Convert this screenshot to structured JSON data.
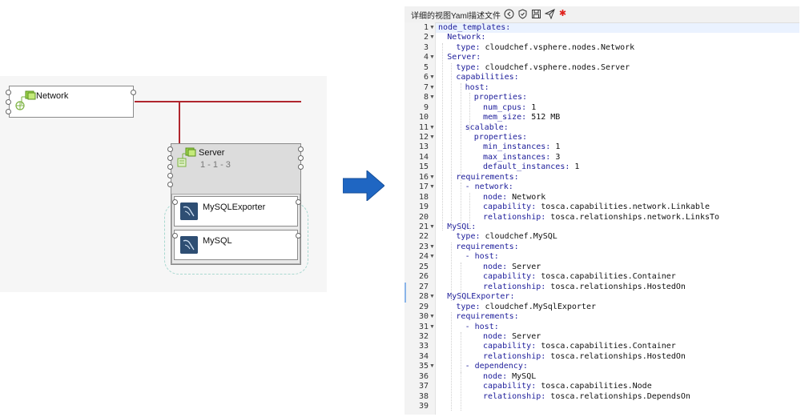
{
  "canvas": {
    "network_node": {
      "label": "Network"
    },
    "server_node": {
      "label": "Server",
      "scale": "1 - 1 - 3"
    },
    "components": [
      {
        "label": "MySQLExporter"
      },
      {
        "label": "MySQL"
      }
    ],
    "colors": {
      "wire": "#b0262e",
      "arrow": "#1f66c2"
    }
  },
  "editor": {
    "title": "详细的视图Yaml描述文件",
    "toolbar_icons": [
      "back-circle-icon",
      "shield-icon",
      "save-icon",
      "send-icon",
      "required-star-icon"
    ],
    "required_marker": "✱",
    "lines": [
      {
        "n": "1",
        "fold": true,
        "indent": 0,
        "key": "node_templates:",
        "val": ""
      },
      {
        "n": "2",
        "fold": true,
        "indent": 1,
        "key": "Network:",
        "val": ""
      },
      {
        "n": "3",
        "fold": false,
        "indent": 2,
        "key": "type:",
        "val": " cloudchef.vsphere.nodes.Network"
      },
      {
        "n": "4",
        "fold": true,
        "indent": 1,
        "key": "Server:",
        "val": ""
      },
      {
        "n": "5",
        "fold": false,
        "indent": 2,
        "key": "type:",
        "val": " cloudchef.vsphere.nodes.Server"
      },
      {
        "n": "6",
        "fold": true,
        "indent": 2,
        "key": "capabilities:",
        "val": ""
      },
      {
        "n": "7",
        "fold": true,
        "indent": 3,
        "key": "host:",
        "val": ""
      },
      {
        "n": "8",
        "fold": true,
        "indent": 4,
        "key": "properties:",
        "val": ""
      },
      {
        "n": "9",
        "fold": false,
        "indent": 5,
        "key": "num_cpus:",
        "val": " 1"
      },
      {
        "n": "10",
        "fold": false,
        "indent": 5,
        "key": "mem_size:",
        "val": " 512 MB"
      },
      {
        "n": "11",
        "fold": true,
        "indent": 3,
        "key": "scalable:",
        "val": ""
      },
      {
        "n": "12",
        "fold": true,
        "indent": 4,
        "key": "properties:",
        "val": ""
      },
      {
        "n": "13",
        "fold": false,
        "indent": 5,
        "key": "min_instances:",
        "val": " 1"
      },
      {
        "n": "14",
        "fold": false,
        "indent": 5,
        "key": "max_instances:",
        "val": " 3"
      },
      {
        "n": "15",
        "fold": false,
        "indent": 5,
        "key": "default_instances:",
        "val": " 1"
      },
      {
        "n": "16",
        "fold": true,
        "indent": 2,
        "key": "requirements:",
        "val": ""
      },
      {
        "n": "17",
        "fold": true,
        "indent": 3,
        "key": "- network:",
        "val": ""
      },
      {
        "n": "18",
        "fold": false,
        "indent": 5,
        "key": "node:",
        "val": " Network"
      },
      {
        "n": "19",
        "fold": false,
        "indent": 5,
        "key": "capability:",
        "val": " tosca.capabilities.network.Linkable"
      },
      {
        "n": "20",
        "fold": false,
        "indent": 5,
        "key": "relationship:",
        "val": " tosca.relationships.network.LinksTo"
      },
      {
        "n": "21",
        "fold": true,
        "indent": 1,
        "key": "MySQL:",
        "val": ""
      },
      {
        "n": "22",
        "fold": false,
        "indent": 2,
        "key": "type:",
        "val": " cloudchef.MySQL"
      },
      {
        "n": "23",
        "fold": true,
        "indent": 2,
        "key": "requirements:",
        "val": ""
      },
      {
        "n": "24",
        "fold": true,
        "indent": 3,
        "key": "- host:",
        "val": ""
      },
      {
        "n": "25",
        "fold": false,
        "indent": 5,
        "key": "node:",
        "val": " Server"
      },
      {
        "n": "26",
        "fold": false,
        "indent": 5,
        "key": "capability:",
        "val": " tosca.capabilities.Container"
      },
      {
        "n": "27",
        "fold": false,
        "indent": 5,
        "key": "relationship:",
        "val": " tosca.relationships.HostedOn"
      },
      {
        "n": "28",
        "fold": true,
        "indent": 1,
        "key": "MySQLExporter:",
        "val": ""
      },
      {
        "n": "29",
        "fold": false,
        "indent": 2,
        "key": "type:",
        "val": " cloudchef.MySqlExporter"
      },
      {
        "n": "30",
        "fold": true,
        "indent": 2,
        "key": "requirements:",
        "val": ""
      },
      {
        "n": "31",
        "fold": true,
        "indent": 3,
        "key": "- host:",
        "val": ""
      },
      {
        "n": "32",
        "fold": false,
        "indent": 5,
        "key": "node:",
        "val": " Server"
      },
      {
        "n": "33",
        "fold": false,
        "indent": 5,
        "key": "capability:",
        "val": " tosca.capabilities.Container"
      },
      {
        "n": "34",
        "fold": false,
        "indent": 5,
        "key": "relationship:",
        "val": " tosca.relationships.HostedOn"
      },
      {
        "n": "35",
        "fold": true,
        "indent": 3,
        "key": "- dependency:",
        "val": ""
      },
      {
        "n": "36",
        "fold": false,
        "indent": 5,
        "key": "node:",
        "val": " MySQL"
      },
      {
        "n": "37",
        "fold": false,
        "indent": 5,
        "key": "capability:",
        "val": " tosca.capabilities.Node"
      },
      {
        "n": "38",
        "fold": false,
        "indent": 5,
        "key": "relationship:",
        "val": " tosca.relationships.DependsOn"
      },
      {
        "n": "39",
        "fold": false,
        "indent": 0,
        "key": "",
        "val": ""
      }
    ]
  }
}
